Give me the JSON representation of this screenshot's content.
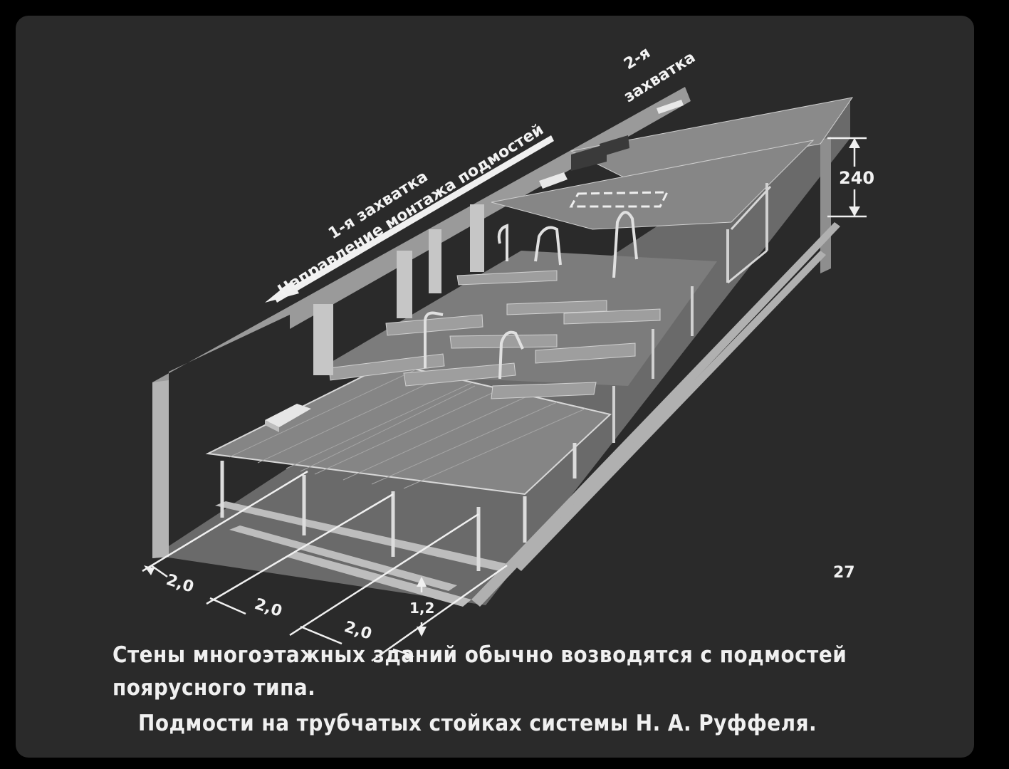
{
  "diagram": {
    "labels": {
      "stage_one": "1-я захватка",
      "direction": "Направление монтажа подмостей",
      "stage_two_line1": "2-я",
      "stage_two_line2": "захватка",
      "height_dim": "240",
      "span_dim_1": "2,0",
      "span_dim_2": "2,0",
      "span_dim_3": "2,0",
      "width_dim": "1,2",
      "slide_number": "27"
    },
    "colors": {
      "background": "#2a2a2a",
      "wall": "#8f8f8f",
      "deck": "#7d7d7d",
      "lines": "#e8e8e8"
    }
  },
  "caption": {
    "line1": "Стены многоэтажных зданий обычно возводятся с подмостей",
    "line2": "поярусного типа.",
    "line3": "Подмости на трубчатых стойках системы Н. А. Руффеля."
  }
}
